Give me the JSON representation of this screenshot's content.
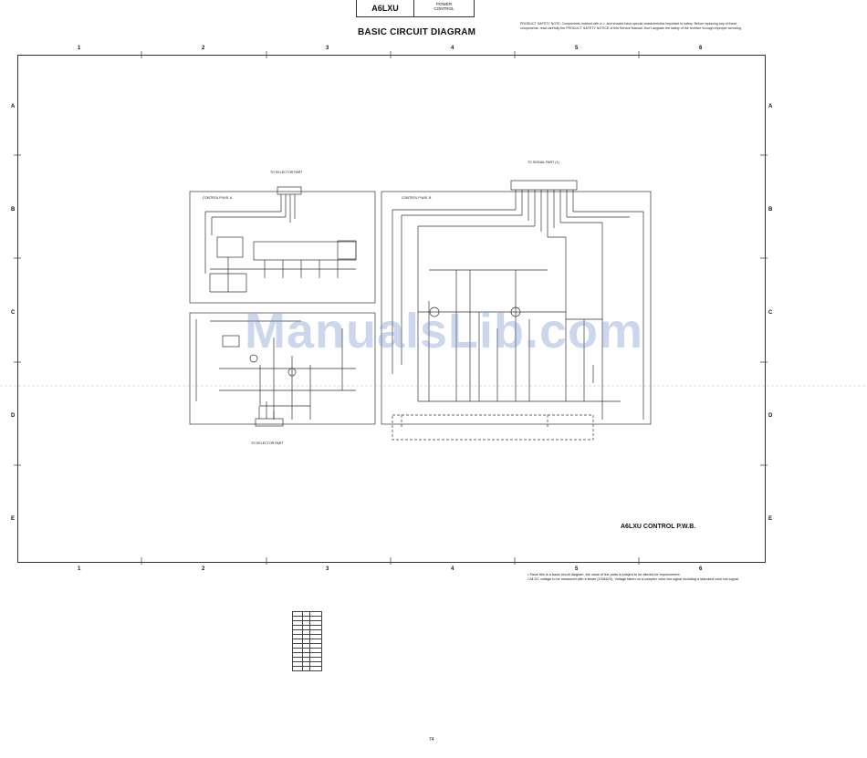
{
  "header": {
    "model": "A6LXU",
    "section": "POWER\nCONTROL"
  },
  "title": "BASIC CIRCUIT DIAGRAM",
  "safety_note": "PRODUCT SAFETY NOTE: Components marked with a ⚠ and shaded have special characteristics important to safety. Before replacing any of these components, read carefully the PRODUCT SAFETY NOTICE of this Service Manual. Don't degrade the safety of the receiver through improper servicing.",
  "grid": {
    "columns": [
      "1",
      "2",
      "3",
      "4",
      "5",
      "6"
    ],
    "rows": [
      "A",
      "B",
      "C",
      "D",
      "E"
    ]
  },
  "labels": {
    "to_selector_top": "TO SELECTOR PART",
    "to_selector_bottom": "TO SELECTOR PART",
    "to_signal": "TO SIGNAL PART (1)",
    "pwb_a": "CONTROL P.W.B. A",
    "pwb_b": "CONTROL P.W.B. B",
    "pwb_title": "A6LXU CONTROL P.W.B."
  },
  "notes": [
    "• Since this is a basic circuit diagram, the value of the parts is subject to be altered for improvement.",
    "• All DC voltage to be measured with a tester (100kΩ/V). Voltage taken on a complex color bar signal including a standard color bar signal."
  ],
  "page_number": "74",
  "watermark": "ManualsLib.com",
  "colors": {
    "line": "#333333",
    "watermark": "#7896d2"
  }
}
